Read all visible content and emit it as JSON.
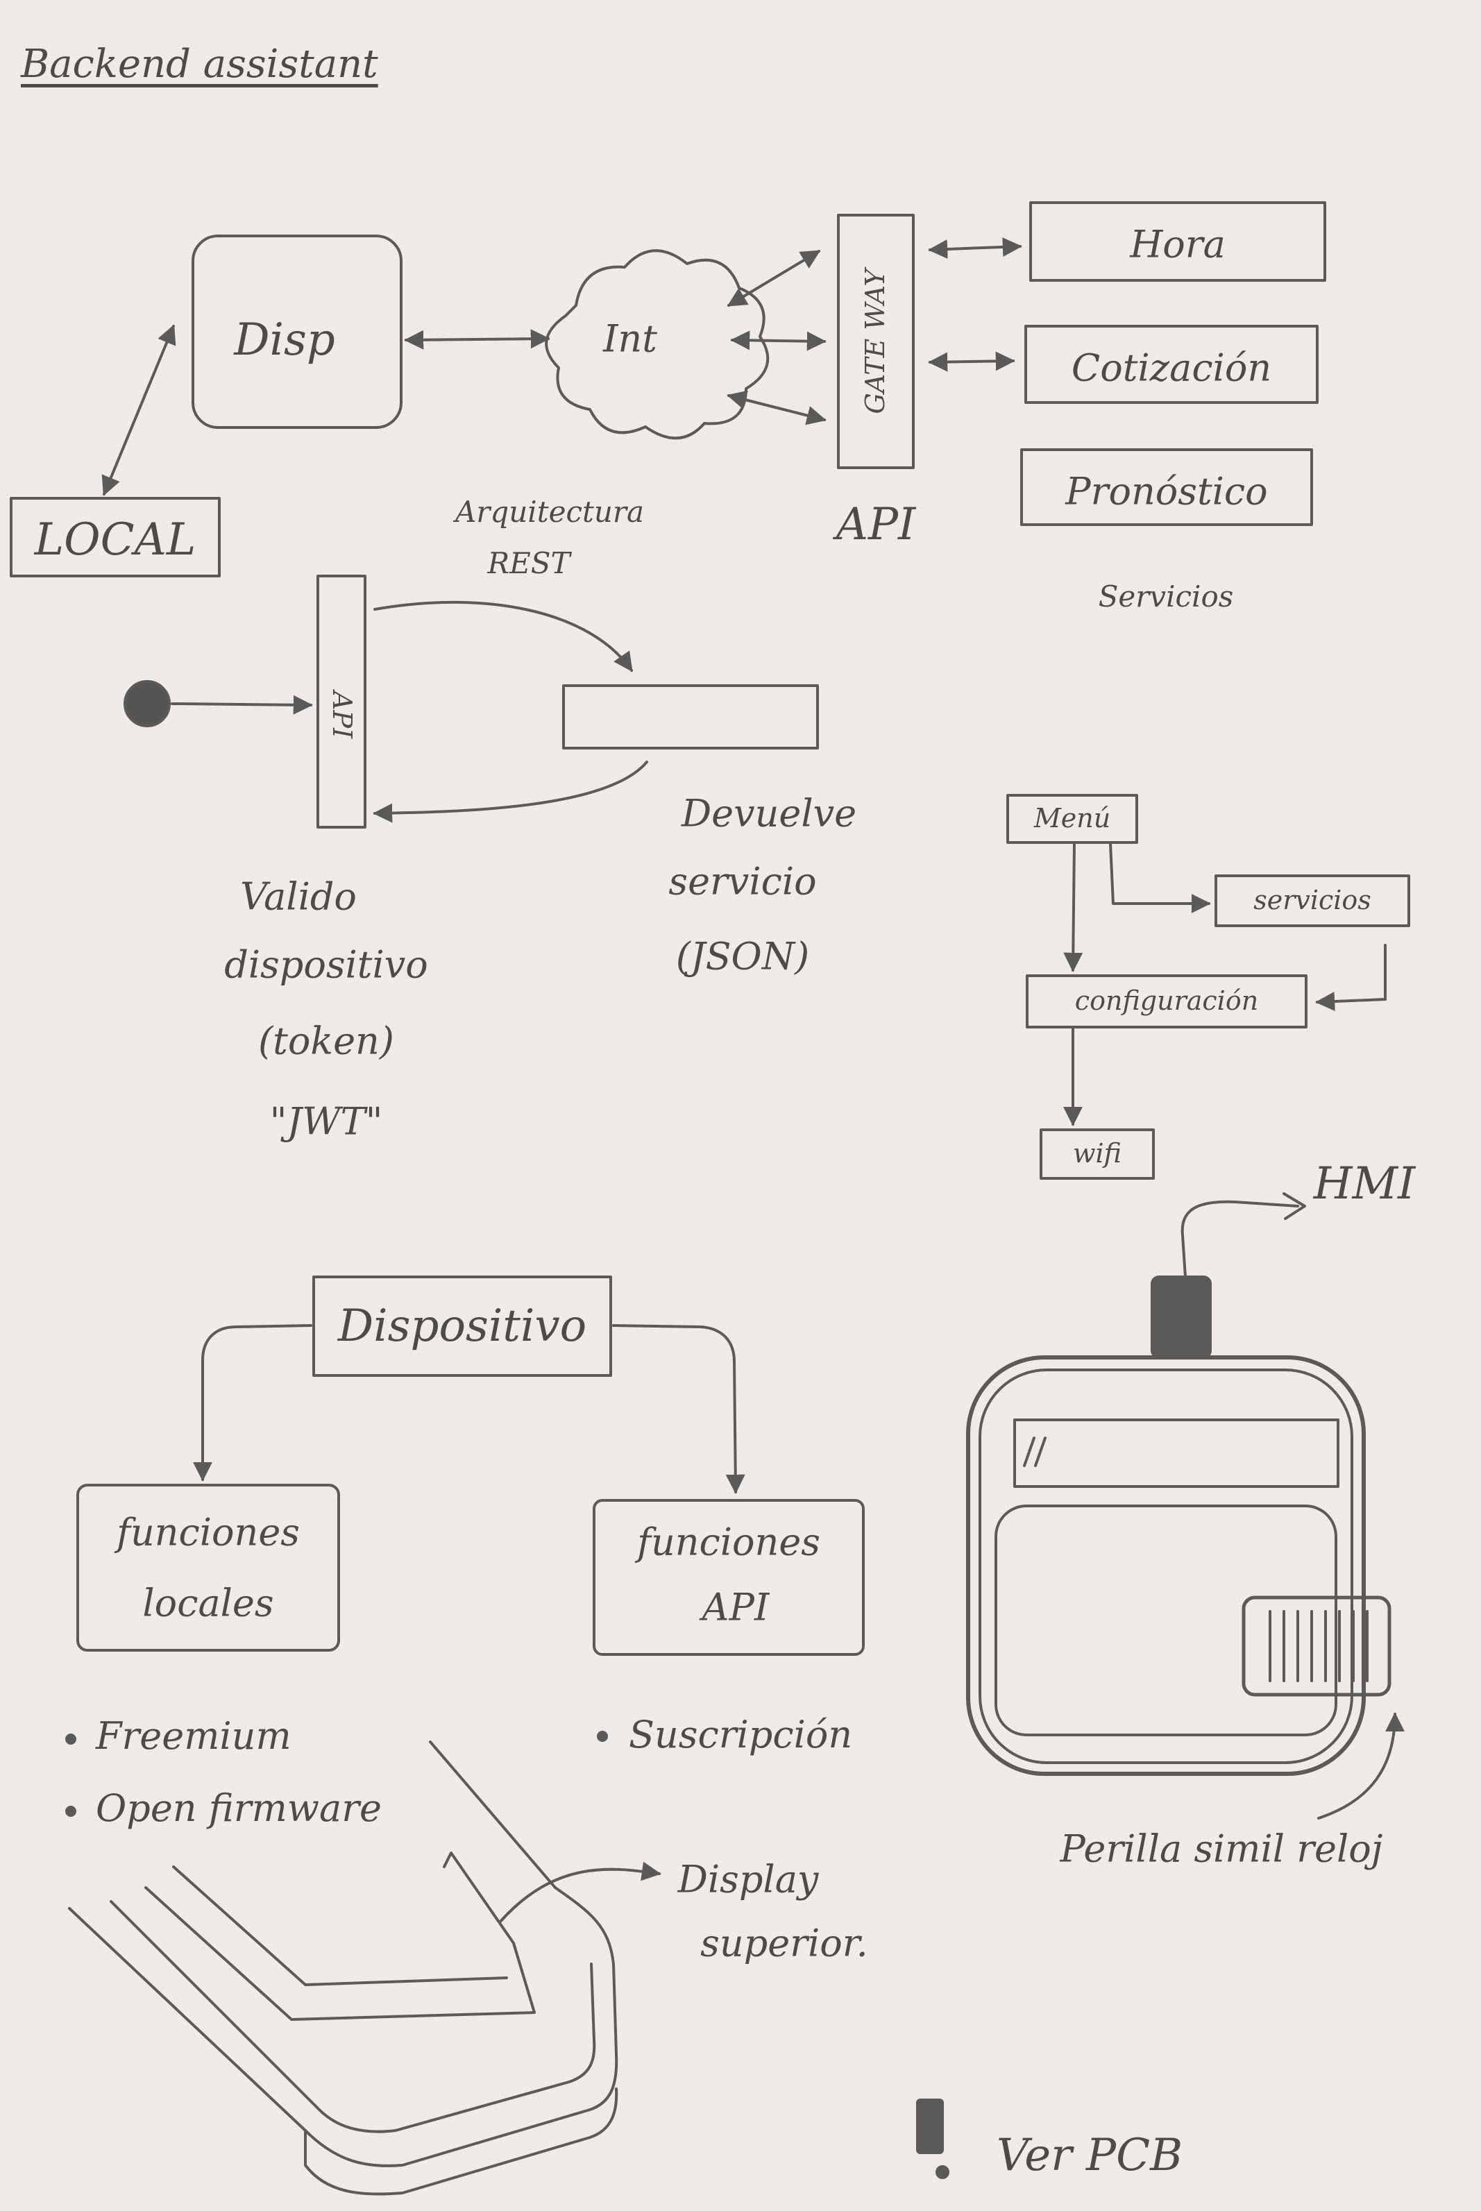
{
  "title": "Backend assistant",
  "architecture": {
    "local": "LOCAL",
    "device": "Disp",
    "internet": "Int",
    "gateway": "GATE WAY",
    "api": "API",
    "rest_line1": "Arquitectura",
    "rest_line2": "REST",
    "services": [
      "Hora",
      "Cotización",
      "Pronóstico"
    ],
    "services_label": "Servicios"
  },
  "validation": {
    "api_bar": "API",
    "left_lines": [
      "Valido",
      "dispositivo",
      "(token)",
      "\"JWT\""
    ],
    "right_lines": [
      "Devuelve",
      "servicio",
      "(JSON)"
    ]
  },
  "menu_tree": {
    "menu": "Menú",
    "servicios": "servicios",
    "configuracion": "configuración",
    "wifi": "wifi"
  },
  "hmi_label": "HMI",
  "knob_label": "Perilla simil reloj",
  "device_tree": {
    "root": "Dispositivo",
    "left_line1": "funciones",
    "left_line2": "locales",
    "right_line1": "funciones",
    "right_line2": "API",
    "left_bullets": [
      "Freemium",
      "Open firmware"
    ],
    "right_bullets": [
      "Suscripción"
    ]
  },
  "display_line1": "Display",
  "display_line2": "superior.",
  "note": "Ver PCB"
}
